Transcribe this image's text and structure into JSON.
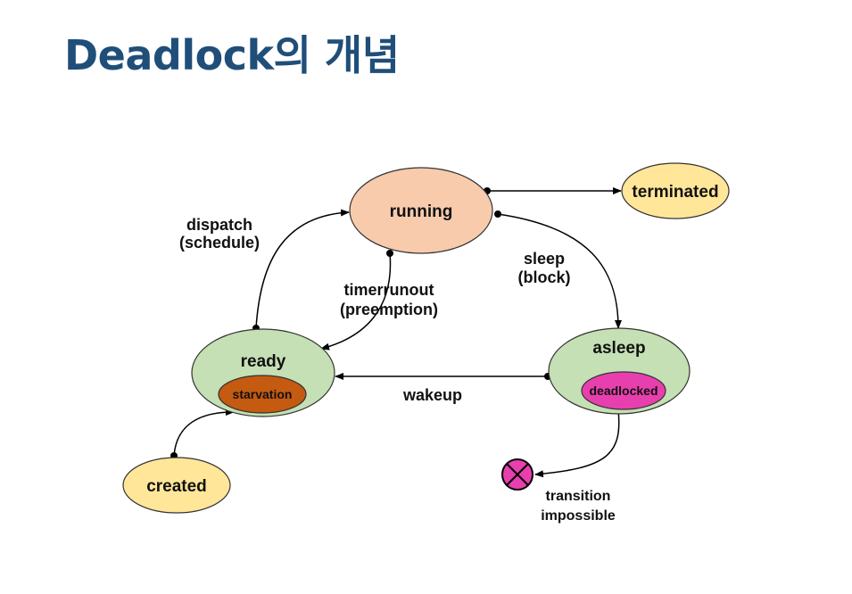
{
  "title": "Deadlock의 개념",
  "colors": {
    "running": "#F8CBAD",
    "terminated": "#FFE699",
    "created": "#FFE699",
    "ready": "#C5E0B4",
    "asleep": "#C5E0B4",
    "starvation": "#C55A11",
    "deadlocked": "#E83FAE",
    "title": "#1F4E79"
  },
  "nodes": {
    "running": "running",
    "terminated": "terminated",
    "ready": "ready",
    "starvation": "starvation",
    "asleep": "asleep",
    "deadlocked": "deadlocked",
    "created": "created"
  },
  "edges": {
    "dispatch": [
      "dispatch",
      "(schedule)"
    ],
    "timerrunout": [
      "timerrunout",
      "(preemption)"
    ],
    "sleep": [
      "sleep",
      "(block)"
    ],
    "wakeup": "wakeup",
    "transition": [
      "transition",
      "impossible"
    ]
  }
}
